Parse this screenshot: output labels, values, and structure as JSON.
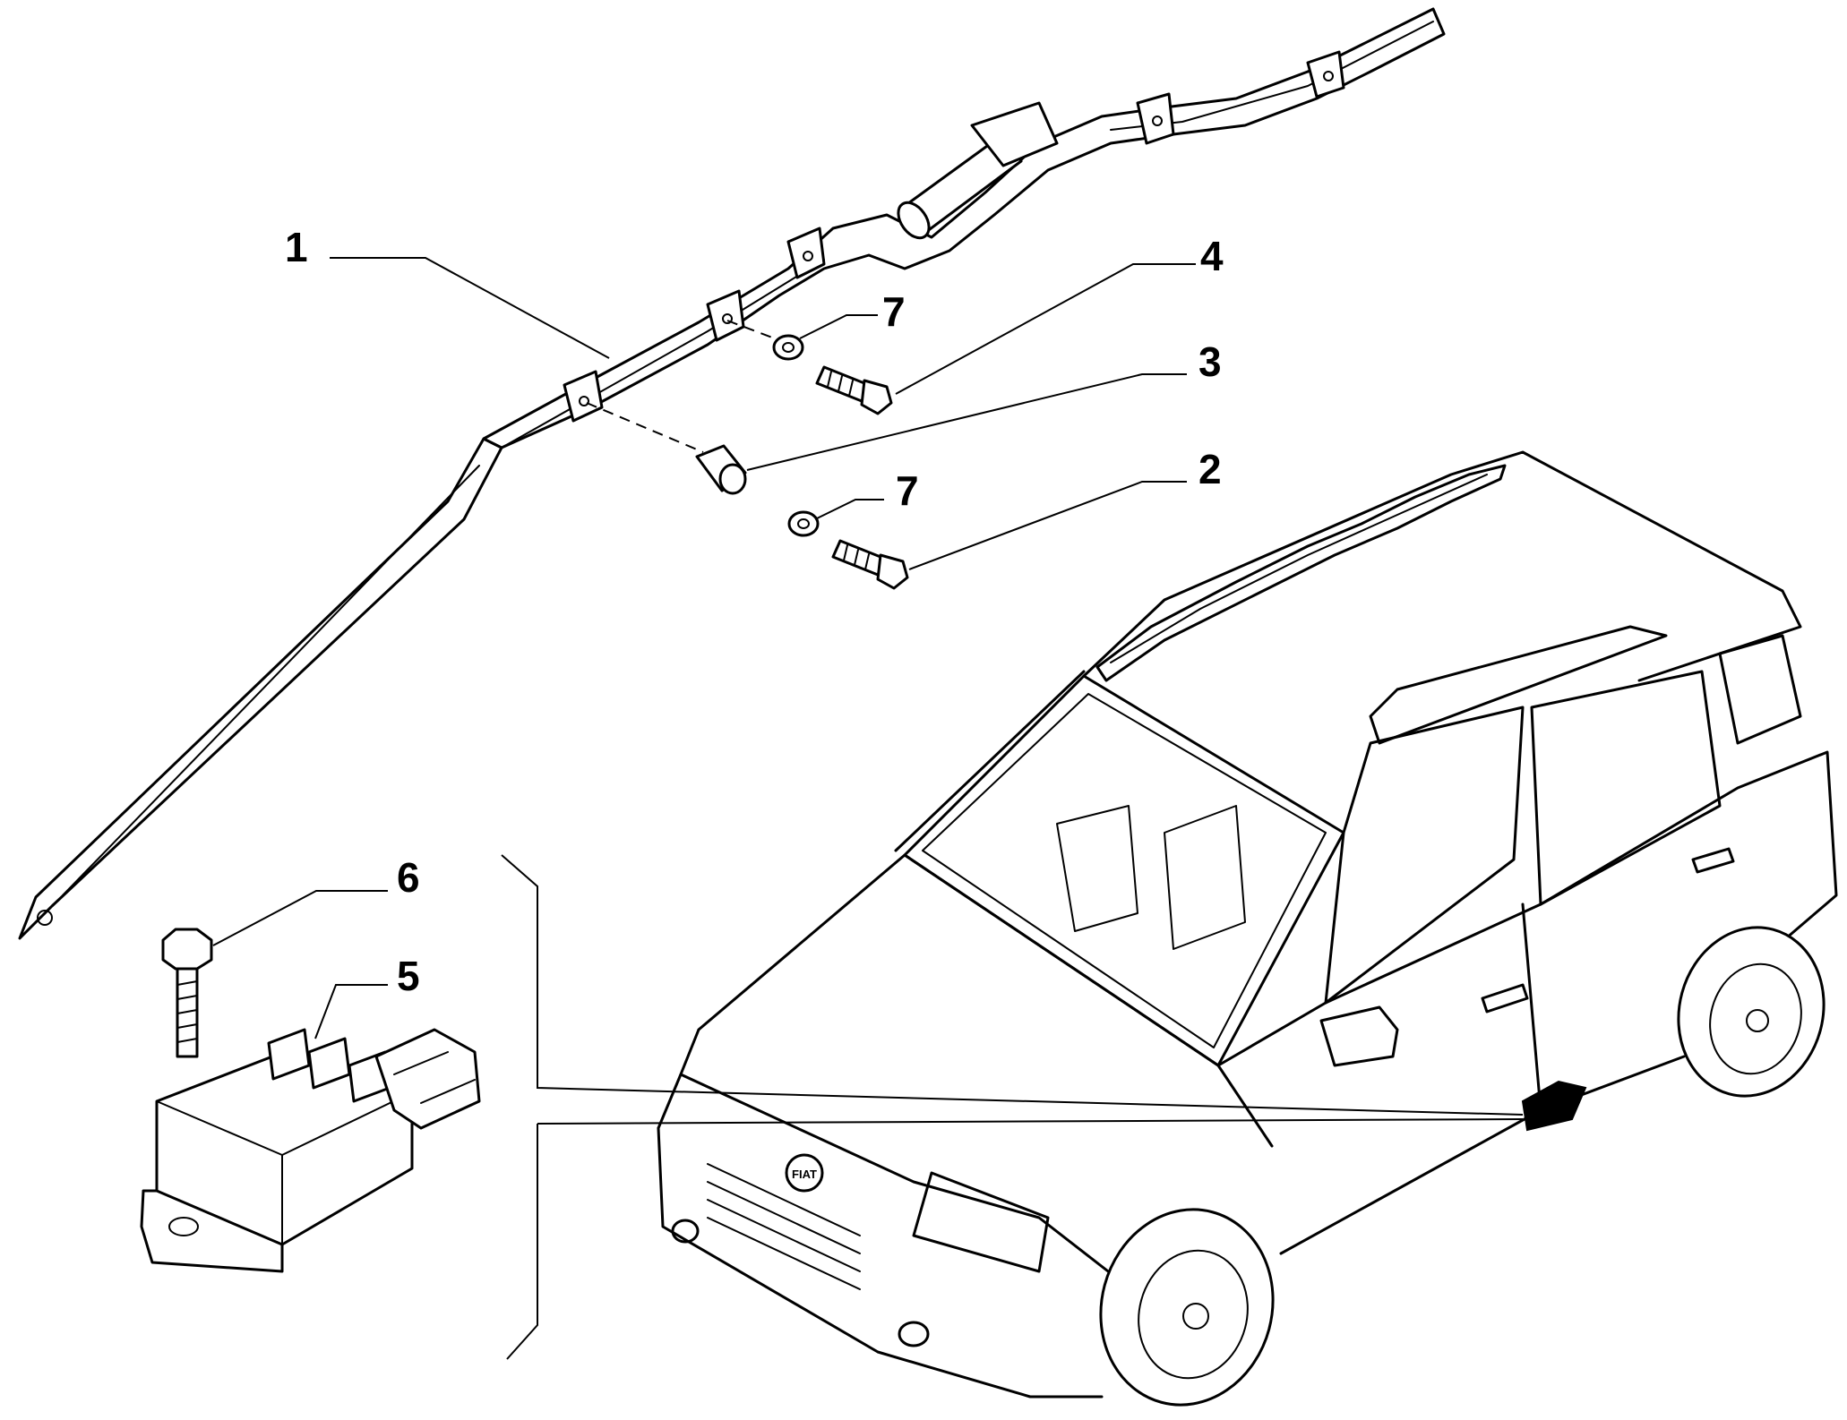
{
  "callouts": [
    {
      "id": "1",
      "label": "1"
    },
    {
      "id": "2",
      "label": "2"
    },
    {
      "id": "3",
      "label": "3"
    },
    {
      "id": "4",
      "label": "4"
    },
    {
      "id": "5",
      "label": "5"
    },
    {
      "id": "6",
      "label": "6"
    },
    {
      "id": "7a",
      "label": "7"
    },
    {
      "id": "7b",
      "label": "7"
    }
  ],
  "badge": {
    "text": "FIAT"
  }
}
